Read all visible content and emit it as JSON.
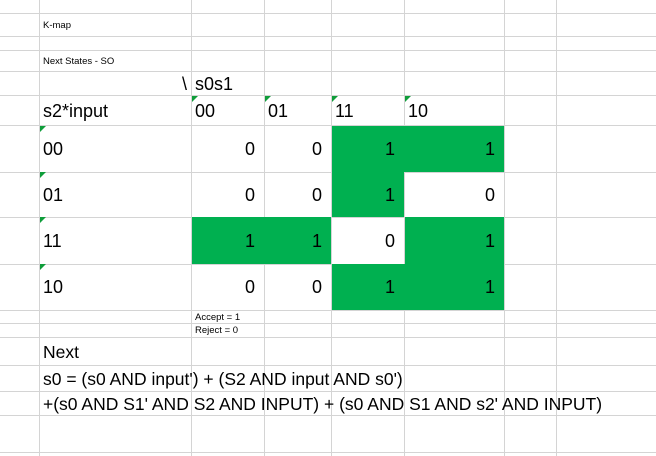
{
  "document": {
    "type": "spreadsheet",
    "title_cell": "K-map",
    "subtitle_cell": "Next States - SO"
  },
  "theme": {
    "highlight_green": "#00b050",
    "gridline": "#d4d4d4",
    "background": "#ffffff",
    "text": "#000000",
    "comment_marker": "#0f9d3a"
  },
  "kmap": {
    "corner_slash": "\\",
    "col_group_label": "s0s1",
    "row_group_label": "s2*input",
    "col_headers": [
      "00",
      "01",
      "11",
      "10"
    ],
    "row_headers": [
      "00",
      "01",
      "11",
      "10"
    ],
    "rows": [
      {
        "header": "00",
        "cells": [
          {
            "value": "0",
            "green": false
          },
          {
            "value": "0",
            "green": false
          },
          {
            "value": "1",
            "green": true
          },
          {
            "value": "1",
            "green": true
          }
        ]
      },
      {
        "header": "01",
        "cells": [
          {
            "value": "0",
            "green": false
          },
          {
            "value": "0",
            "green": false
          },
          {
            "value": "1",
            "green": true
          },
          {
            "value": "0",
            "green": false
          }
        ]
      },
      {
        "header": "11",
        "cells": [
          {
            "value": "1",
            "green": true
          },
          {
            "value": "1",
            "green": true
          },
          {
            "value": "0",
            "green": false
          },
          {
            "value": "1",
            "green": true
          }
        ]
      },
      {
        "header": "10",
        "cells": [
          {
            "value": "0",
            "green": false
          },
          {
            "value": "0",
            "green": false
          },
          {
            "value": "1",
            "green": true
          },
          {
            "value": "1",
            "green": true
          }
        ]
      }
    ]
  },
  "legend": {
    "accept": "Accept = 1",
    "reject": "Reject = 0"
  },
  "equations": {
    "heading": "Next",
    "line1": "s0 = (s0 AND input') + (S2 AND input AND  s0')",
    "line2": "+(s0 AND S1' AND S2 AND INPUT) + (s0 AND S1 AND s2' AND INPUT)"
  }
}
